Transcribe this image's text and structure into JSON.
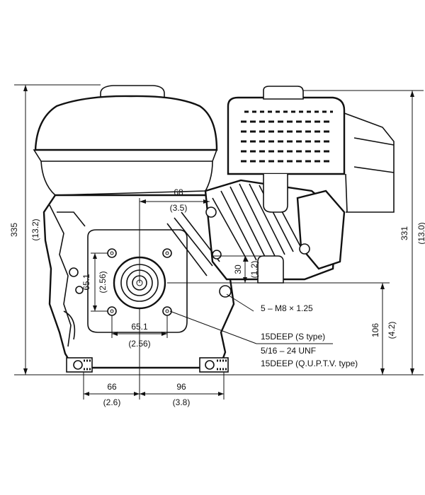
{
  "dimensions": {
    "overall_height_left": {
      "mm": "335",
      "in": "(13.2)"
    },
    "overall_height_right": {
      "mm": "331",
      "in": "(13.0)"
    },
    "shaft_height": {
      "mm": "106",
      "in": "(4.2)"
    },
    "shaft_offset_top": {
      "mm": "68",
      "in": "(3.5)"
    },
    "shaft_offset_side": {
      "mm": "30",
      "in": "(1.2)"
    },
    "bolt_pattern_vertical": {
      "mm": "65.1",
      "in": "(2.56)"
    },
    "bolt_pattern_horizontal": {
      "mm": "65.1",
      "in": "(2.56)"
    },
    "base_left": {
      "mm": "66",
      "in": "(2.6)"
    },
    "base_right": {
      "mm": "96",
      "in": "(3.8)"
    }
  },
  "notes": {
    "thread_s_type_1": "5 – M8 × 1.25",
    "thread_s_type_2": "15DEEP (S type)",
    "thread_other_1": "5/16 – 24 UNF",
    "thread_other_2": "15DEEP (Q.U.P.T.V. type)"
  }
}
